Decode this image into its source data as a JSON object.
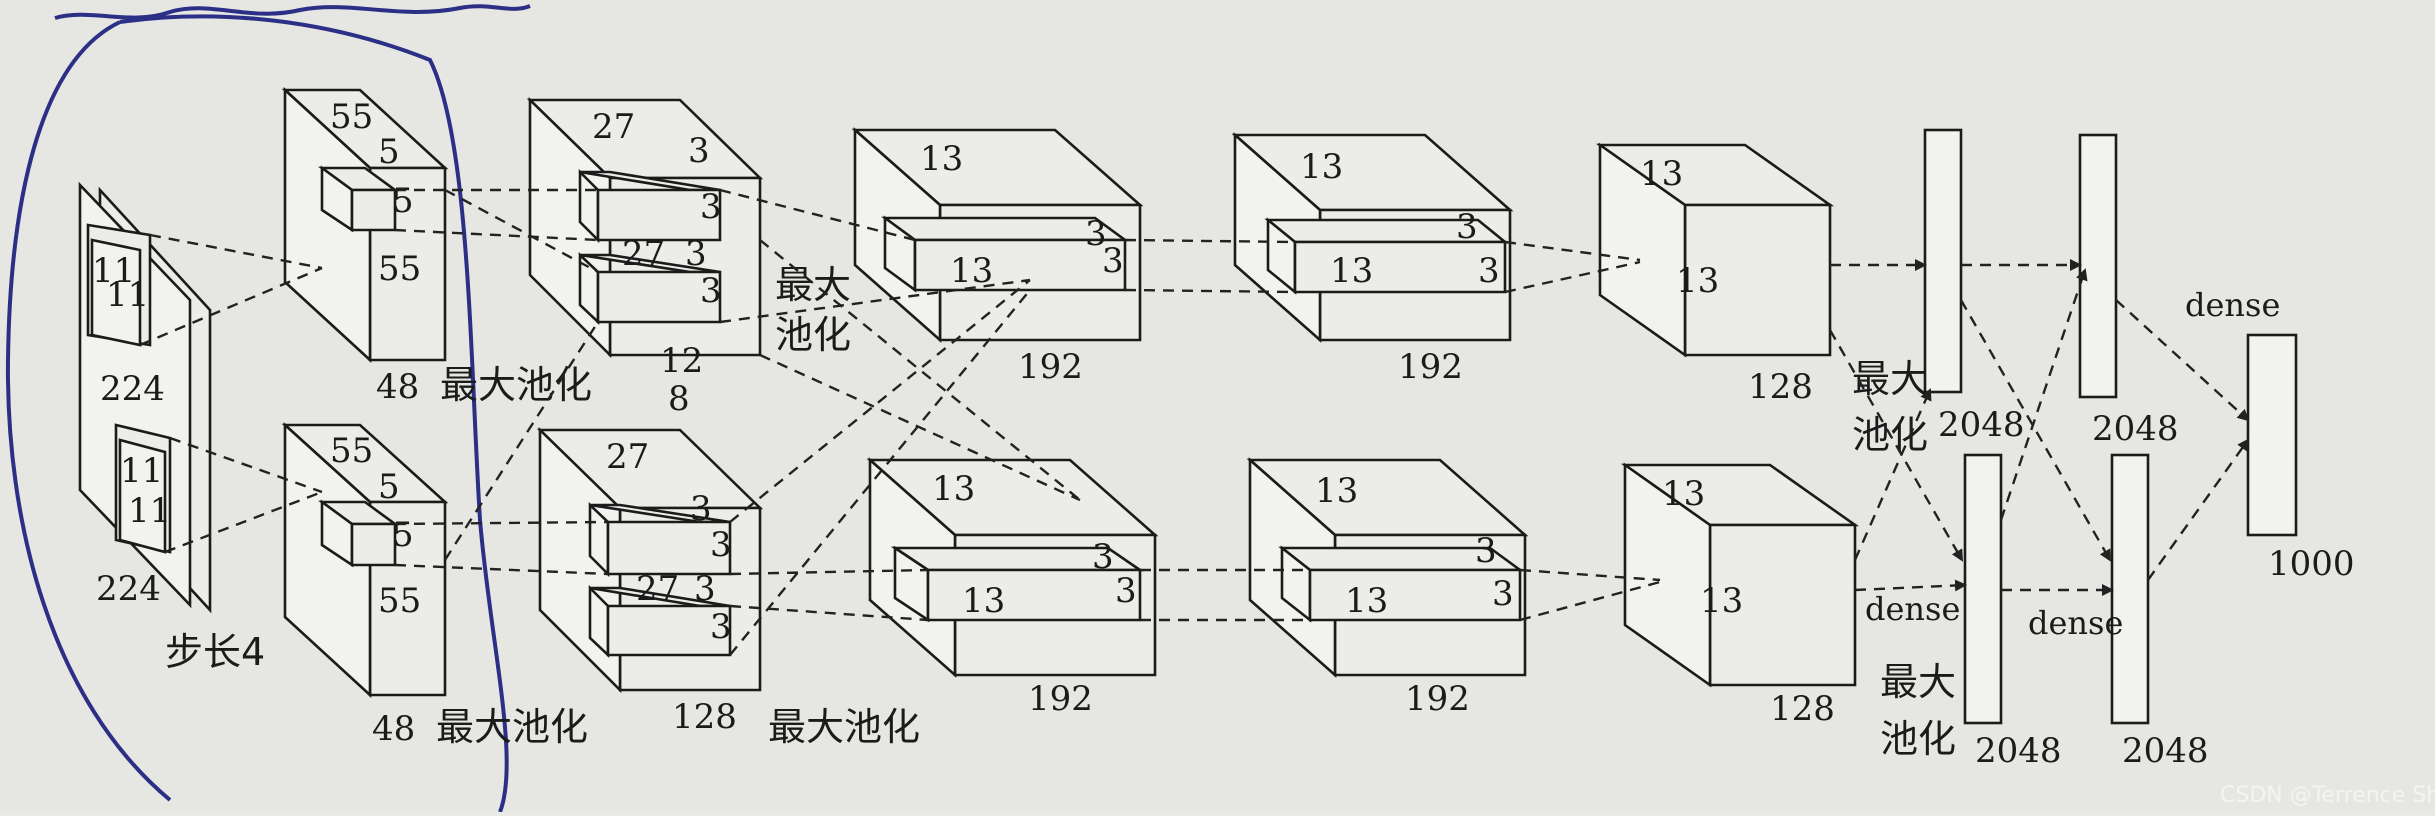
{
  "input": {
    "size_top": "224",
    "size_bottom": "224",
    "kernel_a": "11",
    "kernel_b": "11",
    "stride": "步长4"
  },
  "conv1": {
    "top_width": "55",
    "side": "55",
    "kernel_a": "5",
    "kernel_b": "5",
    "depth": "48",
    "pool": "最大池化"
  },
  "conv2_top": {
    "width": "27",
    "mid": "27",
    "kernel": "3",
    "depth_a": "12",
    "depth_b": "8"
  },
  "conv2_bottom": {
    "width": "27",
    "mid": "27",
    "kernel": "3",
    "depth": "128",
    "pool": "最大池化"
  },
  "pool_mid": {
    "label": "最大\n池化"
  },
  "conv3": {
    "width": "13",
    "inner": "13",
    "kernel": "3",
    "depth": "192"
  },
  "conv4": {
    "width": "13",
    "inner": "13",
    "kernel": "3",
    "depth": "192"
  },
  "conv5": {
    "width": "13",
    "inner": "13",
    "depth": "128",
    "pool": "最大\n池化"
  },
  "fc": {
    "fc6": "2048",
    "fc7": "2048",
    "out": "1000",
    "dense": "dense"
  },
  "watermark": "CSDN @Terrence Shen"
}
